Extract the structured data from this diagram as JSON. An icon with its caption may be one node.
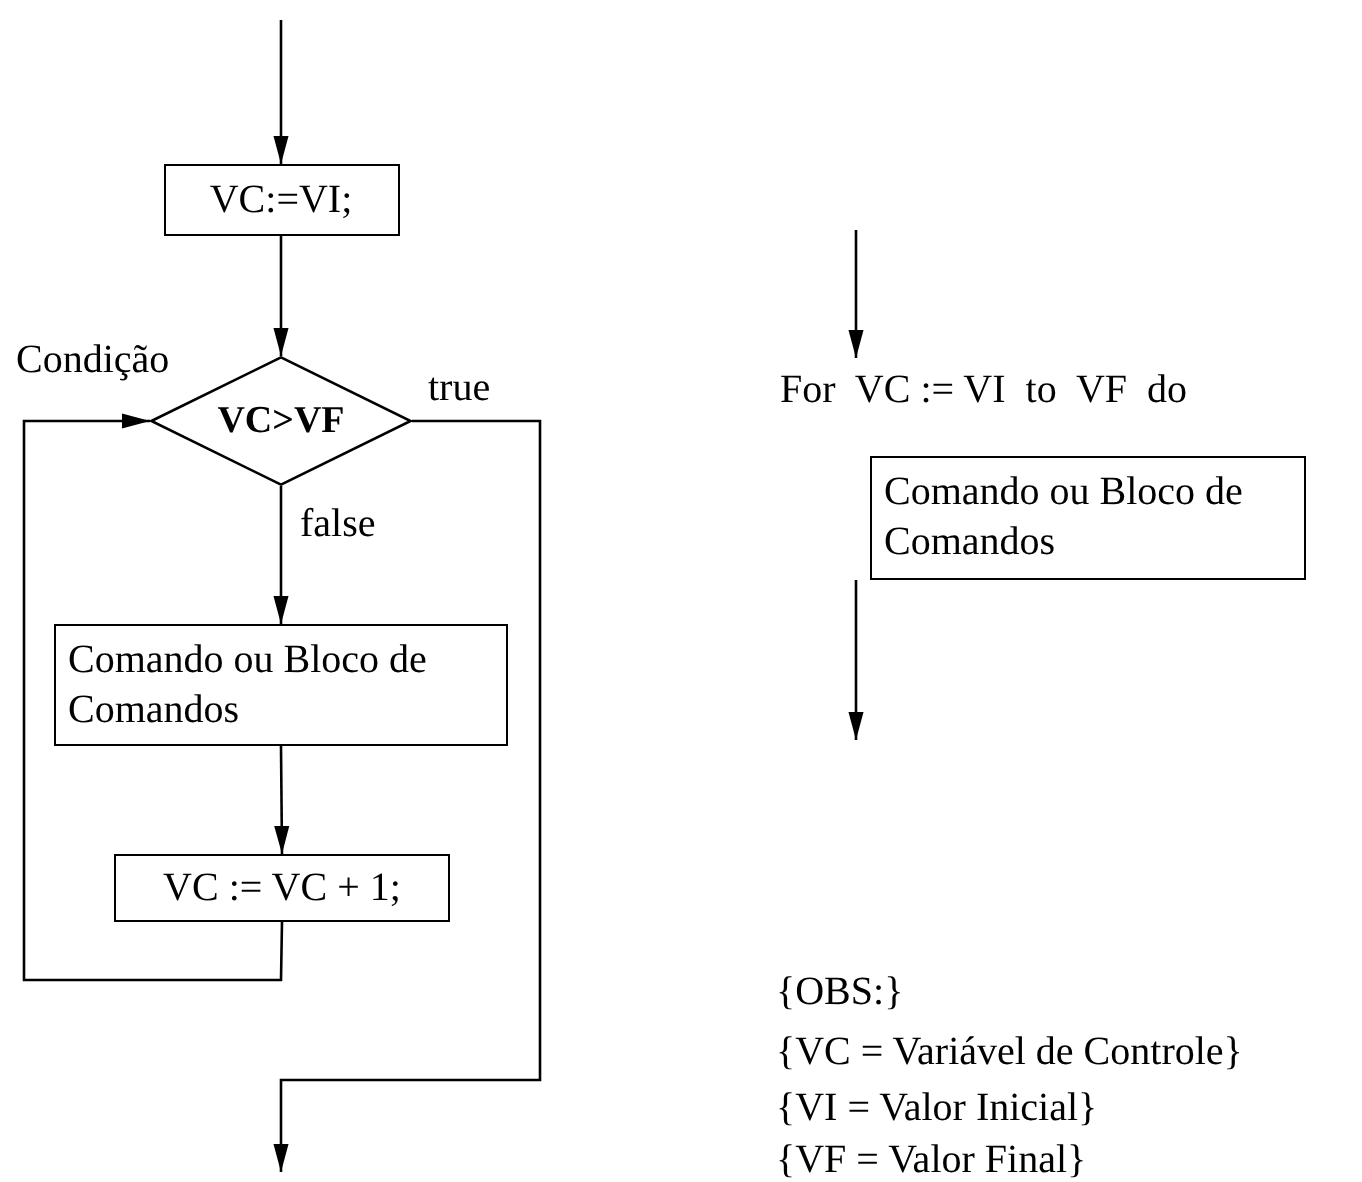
{
  "diagram": {
    "nodes": [
      {
        "text": [
          "VC:=VI;"
        ]
      },
      {
        "text": [
          "VC>VF"
        ],
        "beside": [
          "Condição"
        ]
      },
      {
        "text": [
          "Comando ou Bloco de Comandos"
        ]
      },
      {
        "text": [
          "VC := VC + 1;"
        ]
      },
      {
        "text": [
          "For  VC := VI  to  VF  do"
        ]
      },
      {
        "text": [
          "Comando ou Bloco de Comandos"
        ]
      }
    ],
    "edges": [
      {
        "from": null,
        "to": 0,
        "arrow": "to"
      },
      {
        "from": 0,
        "to": 1,
        "arrow": "to"
      },
      {
        "from": 1,
        "to": 2,
        "arrow": "to",
        "label": "false"
      },
      {
        "from": 2,
        "to": 3,
        "arrow": "to"
      },
      {
        "from": 3,
        "to": 1,
        "arrow": "to"
      },
      {
        "from": 1,
        "to": null,
        "arrow": "to",
        "label": "true"
      },
      {
        "from": null,
        "to": 4,
        "arrow": "to"
      },
      {
        "from": 5,
        "to": null,
        "arrow": "to"
      }
    ],
    "labels": [
      "{OBS:}",
      "{VC = Variável de Controle}",
      "{VI = Valor Inicial}",
      "{VF = Valor Final}"
    ]
  }
}
